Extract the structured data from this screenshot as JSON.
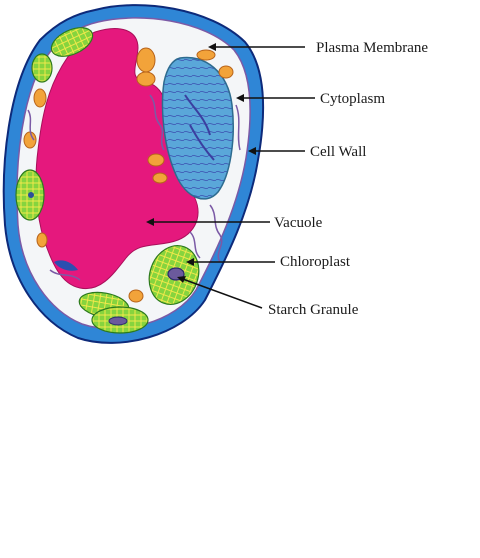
{
  "diagram": {
    "labels": {
      "plasma_membrane": "Plasma Membrane",
      "cytoplasm": "Cytoplasm",
      "cell_wall": "Cell Wall",
      "vacuole": "Vacuole",
      "chloroplast": "Chloroplast",
      "starch_granule": "Starch Granule"
    },
    "colors": {
      "cell_wall": "#2f86d6",
      "wall_outline": "#0d2a7a",
      "cytoplasm": "#f4f6f8",
      "vacuole": "#e5187d",
      "nucleus": "#5aa7d9",
      "chloroplast": "#7ccc3a",
      "mitochondria": "#f2a33a",
      "er": "#7b5aa6",
      "starch": "#6b5a9c"
    }
  }
}
